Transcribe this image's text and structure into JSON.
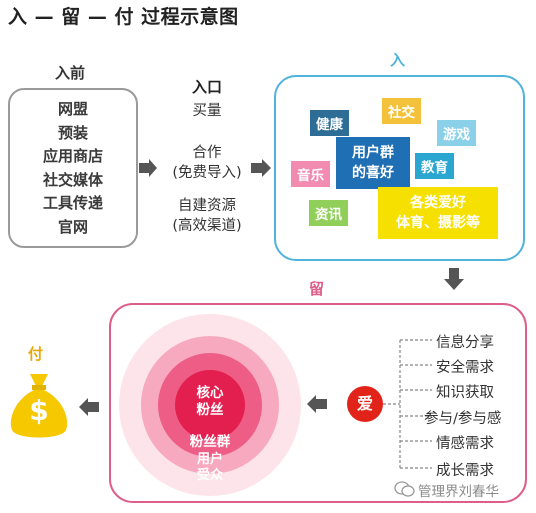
{
  "title": "入 — 留 — 付  过程示意图",
  "sources": {
    "heading": "入前",
    "items": [
      "网盟",
      "预装",
      "应用商店",
      "社交媒体",
      "工具传递",
      "官网"
    ]
  },
  "entry": {
    "heading": "入口",
    "items": [
      {
        "line1": "买量",
        "line2": ""
      },
      {
        "line1": "合作",
        "line2": "(免费导入)"
      },
      {
        "line1": "自建资源",
        "line2": "(高效渠道)"
      }
    ]
  },
  "stage_entry": {
    "label": "入",
    "center_line1": "用户群",
    "center_line2": "的喜好",
    "tags": [
      "健康",
      "社交",
      "游戏",
      "音乐",
      "教育",
      "资讯"
    ],
    "wide_tag_line1": "各类爱好",
    "wide_tag_line2": "体育、摄影等"
  },
  "stage_retain": {
    "label": "留",
    "love": "爱",
    "needs": [
      "信息分享",
      "安全需求",
      "知识获取",
      "参与/参与感",
      "情感需求",
      "成长需求"
    ],
    "rings": {
      "core_line1": "核心",
      "core_line2": "粉丝",
      "middle": "粉丝群",
      "outer_line1": "用户",
      "outer_line2": "受众"
    }
  },
  "stage_pay": {
    "label": "付",
    "symbol": "$"
  },
  "watermark": "管理界刘春华",
  "colors": {
    "entry_border": "#4fb3dc",
    "retain_border": "#dd5e8a",
    "arrow": "#555555",
    "money_bag": "#f5c800",
    "tag_health": "#2e6e96",
    "tag_social": "#f4c23a",
    "tag_game": "#8ad0e8",
    "tag_music": "#f28bb0",
    "tag_edu": "#2aa6d0",
    "tag_news": "#8fcf5a",
    "tag_center": "#1f6fb5",
    "tag_wide": "#f5e000",
    "love": "#e2231a",
    "rings": [
      "#fde3ea",
      "#f7a9bf",
      "#ee5d86",
      "#e21f4e"
    ]
  }
}
